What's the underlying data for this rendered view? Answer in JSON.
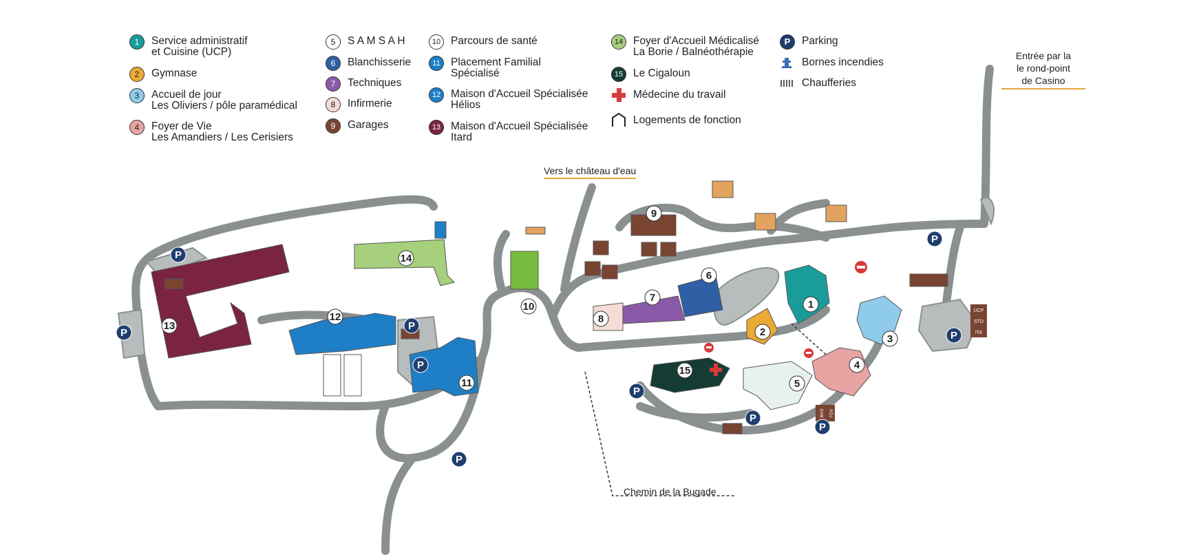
{
  "legend": {
    "col1": [
      {
        "num": "1",
        "color": "#1a9c9a",
        "line1": "Service administratif",
        "line2": "et Cuisine (UCP)"
      },
      {
        "num": "2",
        "color": "#eaaa34",
        "line1": "Gymnase",
        "line2": ""
      },
      {
        "num": "3",
        "color": "#8fcbea",
        "line1": "Accueil de jour",
        "line2": "Les Oliviers / pôle paramédical"
      },
      {
        "num": "4",
        "color": "#e8a3a3",
        "line1": "Foyer de Vie",
        "line2": "Les Amandiers / Les Cerisiers"
      }
    ],
    "col2": [
      {
        "num": "5",
        "color": "#ffffff",
        "line1": "S A M S A H"
      },
      {
        "num": "6",
        "color": "#2f5fa5",
        "line1": "Blanchisserie"
      },
      {
        "num": "7",
        "color": "#8a5aa8",
        "line1": "Techniques"
      },
      {
        "num": "8",
        "color": "#f6dcd6",
        "line1": "Infirmerie"
      },
      {
        "num": "9",
        "color": "#7a4432",
        "line1": "Garages"
      }
    ],
    "col3": [
      {
        "num": "10",
        "color": "#ffffff",
        "line1": "Parcours de santé",
        "line2": ""
      },
      {
        "num": "11",
        "color": "#1e7fc6",
        "line1": "Placement Familial",
        "line2": "Spécialisé"
      },
      {
        "num": "12",
        "color": "#1e7fc6",
        "line1": "Maison d'Accueil Spécialisée",
        "line2": "Hélios"
      },
      {
        "num": "13",
        "color": "#7b2442",
        "line1": "Maison d'Accueil Spécialisée",
        "line2": "Itard"
      }
    ],
    "col4": [
      {
        "num": "14",
        "color": "#a6d07c",
        "line1": "Foyer d'Accueil Médicalisé",
        "line2": "La Borie / Balnéothérapie"
      },
      {
        "num": "15",
        "color": "#143c34",
        "line1": "Le Cigaloun",
        "line2": ""
      },
      {
        "icon": "red-cross-icon",
        "line1": "Médecine du travail",
        "line2": ""
      },
      {
        "icon": "house-outline-icon",
        "line1": "Logements de fonction",
        "line2": ""
      }
    ],
    "col5": [
      {
        "icon": "parking-icon",
        "label": "Parking",
        "glyph": "P"
      },
      {
        "icon": "fire-hydrant-icon",
        "label": "Bornes incendies"
      },
      {
        "icon": "boiler-icon",
        "label": "Chaufferies"
      }
    ]
  },
  "places": {
    "chateau": "Vers le château d'eau",
    "entree_1": "Entrée par la",
    "entree_2": "le rond-point",
    "entree_3": "de Casino",
    "bugade": "Chemin de la Bugade"
  },
  "map_labels": [
    "1",
    "2",
    "3",
    "4",
    "5",
    "6",
    "7",
    "8",
    "9",
    "10",
    "11",
    "12",
    "13",
    "14",
    "15"
  ],
  "parking_glyph": "P",
  "small_signs": [
    "UCP",
    "STD",
    "ITA",
    "MAS",
    "FDV"
  ],
  "colors": {
    "road": "#8a9090",
    "plaza": "#b7bdbd",
    "itard": "#7b2442",
    "helios": "#1e7fc6",
    "laborie": "#a6d07c",
    "gymnase": "#eaaa34",
    "admin": "#1a9c9a",
    "oliviers": "#8fcbea",
    "amandiers": "#e8a3a3",
    "samsah": "#e9f1ee",
    "cigaloun": "#143c34",
    "garage": "#7a4432",
    "techniques": "#8a5aa8",
    "blanchisserie": "#2f5fa5",
    "infirmerie": "#f6dcd6",
    "logement": "#e2a35f",
    "parking": "#1f3e6e"
  }
}
